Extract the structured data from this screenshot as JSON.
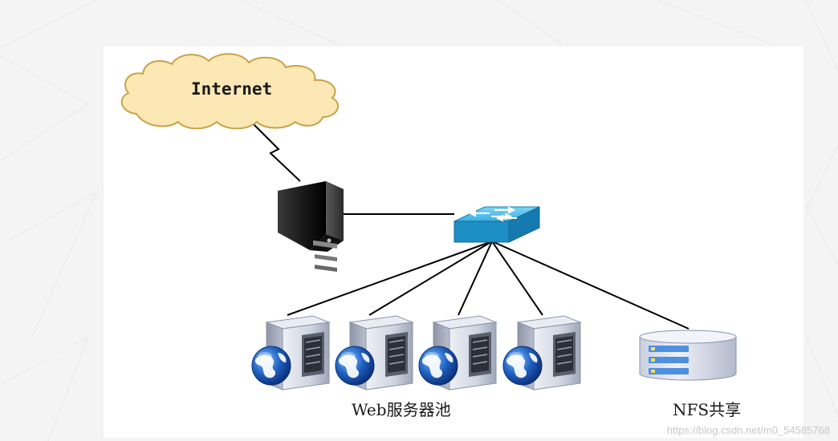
{
  "nodes": {
    "internet": {
      "label": "Internet",
      "icon": "cloud-icon"
    },
    "gateway": {
      "icon": "tower-server-icon"
    },
    "switch": {
      "icon": "network-switch-icon"
    },
    "web_pool": {
      "label": "Web服务器池",
      "server_count": 4,
      "icon": "web-server-globe-icon"
    },
    "nfs": {
      "label": "NFS共享",
      "icon": "storage-disk-icon"
    }
  },
  "watermark": "https://blog.csdn.net/m0_54585768",
  "colors": {
    "cloud_fill": "#fbe8b4",
    "cloud_stroke": "#c9a24a",
    "switch_top": "#5fc4ee",
    "switch_side": "#1d8fc4",
    "server_body": "#d5d9e4",
    "server_dark": "#1b1b1b",
    "globe_blue": "#1f5fbf",
    "storage_body": "#dfe3ef",
    "storage_bar": "#4d8fe0",
    "line": "#000000"
  }
}
